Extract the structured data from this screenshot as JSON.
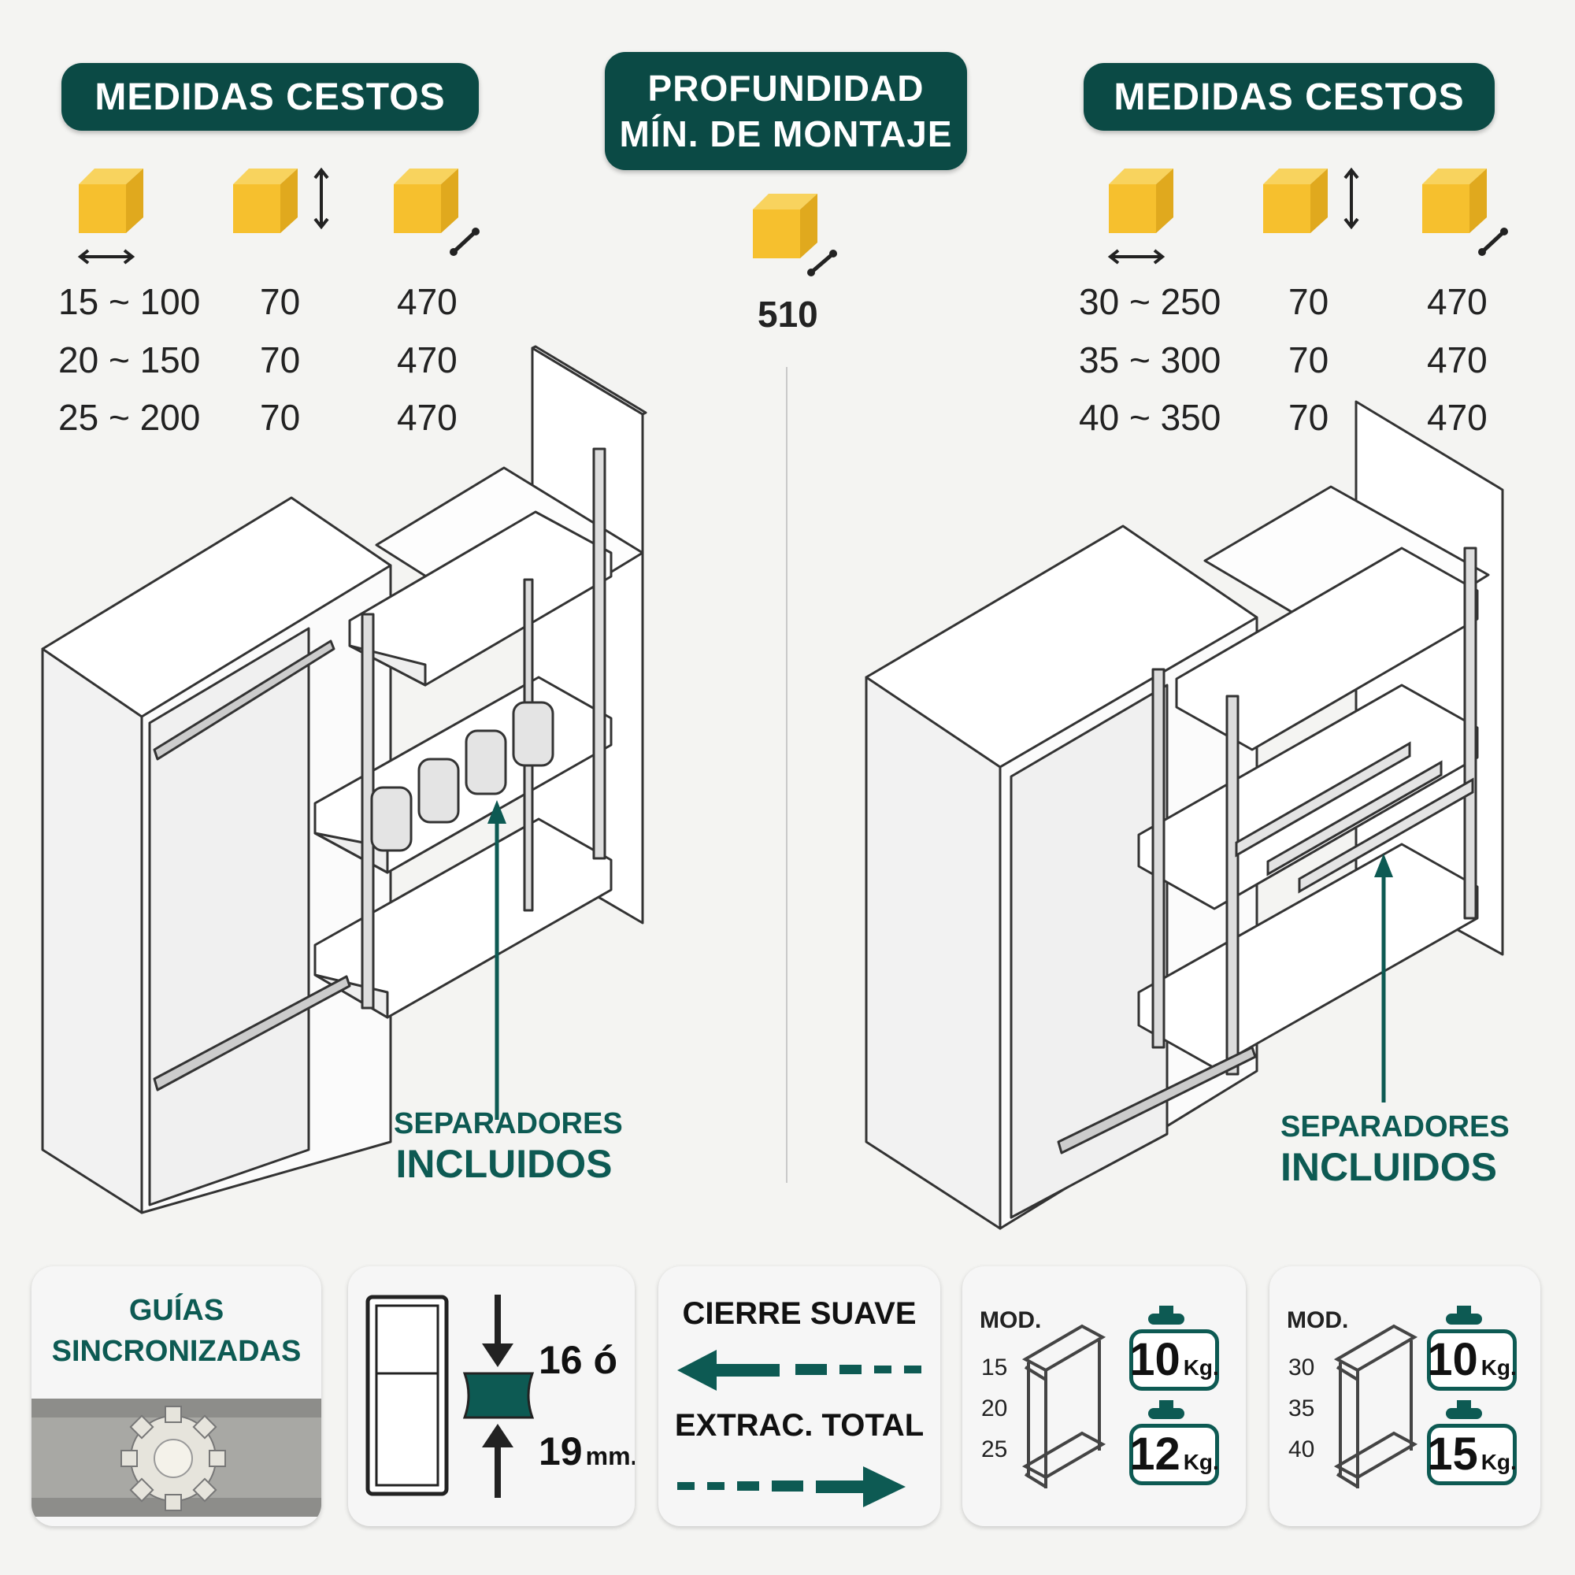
{
  "left_header": "MEDIDAS CESTOS",
  "center_header": [
    "PROFUNDIDAD",
    "MÍN. DE MONTAJE"
  ],
  "right_header": "MEDIDAS CESTOS",
  "center_depth": "510",
  "left_rows": [
    [
      "15 ~ 100",
      "70",
      "470"
    ],
    [
      "20 ~ 150",
      "70",
      "470"
    ],
    [
      "25 ~ 200",
      "70",
      "470"
    ]
  ],
  "right_rows": [
    [
      "30 ~ 250",
      "70",
      "470"
    ],
    [
      "35 ~ 300",
      "70",
      "470"
    ],
    [
      "40 ~ 350",
      "70",
      "470"
    ]
  ],
  "separadores": [
    "SEPARADORES",
    "INCLUIDOS"
  ],
  "guias": [
    "GUÍAS",
    "SINCRONIZADAS"
  ],
  "board": {
    "line1": "16 ó",
    "line2": "19",
    "unit": "mm."
  },
  "cierre": "CIERRE SUAVE",
  "extrac": "EXTRAC. TOTAL",
  "mod_label": "MOD.",
  "mods_small": [
    "15",
    "20",
    "25"
  ],
  "mods_large": [
    "30",
    "35",
    "40"
  ],
  "kg_unit": "Kg.",
  "weights_small": [
    "10",
    "12"
  ],
  "weights_large": [
    "10",
    "15"
  ],
  "colors": {
    "teal": "#0b4a45",
    "accent": "#0d5a53",
    "cube": "#f6c02e",
    "background": "#f4f4f2"
  }
}
